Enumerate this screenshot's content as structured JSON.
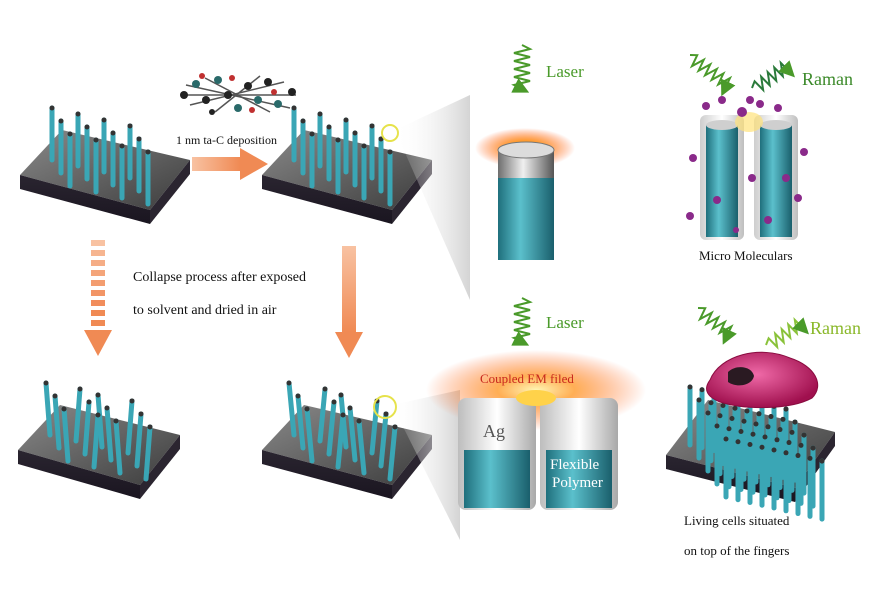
{
  "labels": {
    "deposition": "1 nm ta-C deposition",
    "collapse_line1": "Collapse process after exposed",
    "collapse_line2": "to solvent and dried in air",
    "laser_top": "Laser",
    "laser_bottom": "Laser",
    "raman_top": "Raman",
    "raman_bottom": "Raman",
    "micro_moleculars": "Micro Moleculars",
    "coupled_em": "Coupled EM filed",
    "ag": "Ag",
    "flexible": "Flexible",
    "polymer": "Polymer",
    "living_line1": "Living cells situated",
    "living_line2": "on top of  the fingers"
  },
  "colors": {
    "pillar": "#3aa6b5",
    "substrate": "#5a5a5a",
    "arrow": "#f4a57a",
    "laser_wave": "#4a9a2a",
    "raman_wave": "#6fb83a",
    "hotspot": "#ff7a1a",
    "molecule": "#8a2a8a",
    "cell": "#d6247a"
  }
}
